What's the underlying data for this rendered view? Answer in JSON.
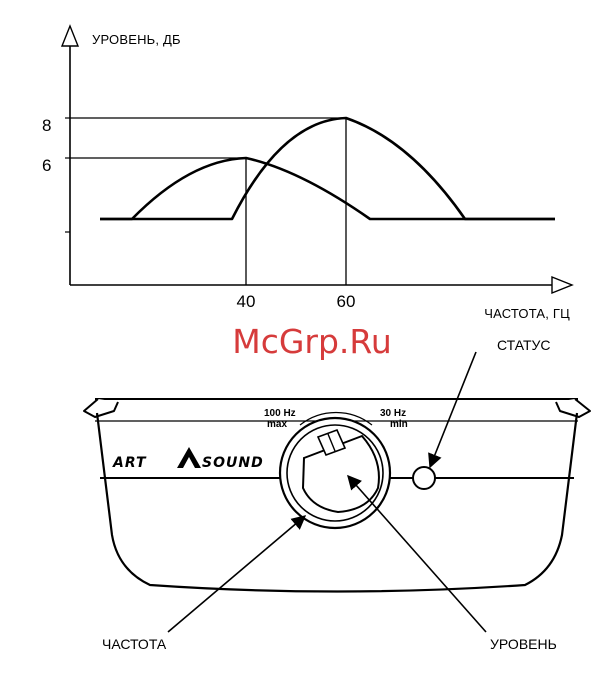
{
  "graph": {
    "ylabel": "УРОВЕНЬ, ДБ",
    "xlabel": "ЧАСТОТА, ГЦ",
    "y_ticks": [
      "8",
      "6"
    ],
    "x_ticks": [
      "40",
      "60"
    ]
  },
  "watermark": "McGrp.Ru",
  "device": {
    "brand_left": "ART",
    "brand_right": "SOUND",
    "knob_left_line1": "100 Hz",
    "knob_left_line2": "max",
    "knob_right_line1": "30 Hz",
    "knob_right_line2": "min"
  },
  "callouts": {
    "status": "СТАТУС",
    "frequency": "ЧАСТОТА",
    "level": "УРОВЕНЬ"
  },
  "colors": {
    "watermark": "#d63b3b",
    "ink": "#000000"
  }
}
